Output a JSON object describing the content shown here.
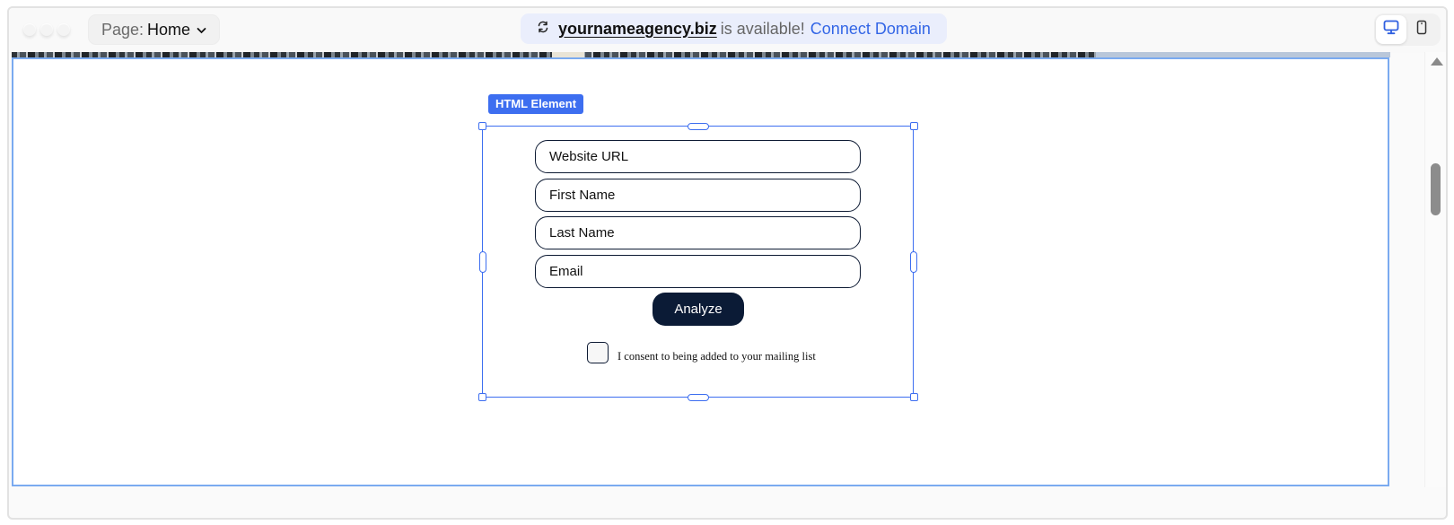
{
  "topbar": {
    "page_label": "Page:",
    "page_value": "Home",
    "page_chevron": "⌄",
    "domain": {
      "name": "yournameagency.biz",
      "status": "is available!",
      "action": "Connect Domain",
      "icon": "sync-icon"
    },
    "devices": [
      {
        "name": "desktop",
        "icon": "desktop-icon",
        "active": true
      },
      {
        "name": "mobile",
        "icon": "mobile-icon",
        "active": false
      }
    ]
  },
  "selection": {
    "tag": "HTML Element"
  },
  "form": {
    "fields": [
      {
        "placeholder": "Website URL"
      },
      {
        "placeholder": "First Name"
      },
      {
        "placeholder": "Last Name"
      },
      {
        "placeholder": "Email"
      }
    ],
    "submit_label": "Analyze",
    "consent_label": "I consent to being added to your mailing list",
    "consent_checked": false
  },
  "colors": {
    "accent": "#3d6ef0",
    "button": "#0b1b36",
    "link": "#3366e6",
    "banner_bg": "#eaeefc",
    "canvas_border": "#7aaaf0"
  }
}
